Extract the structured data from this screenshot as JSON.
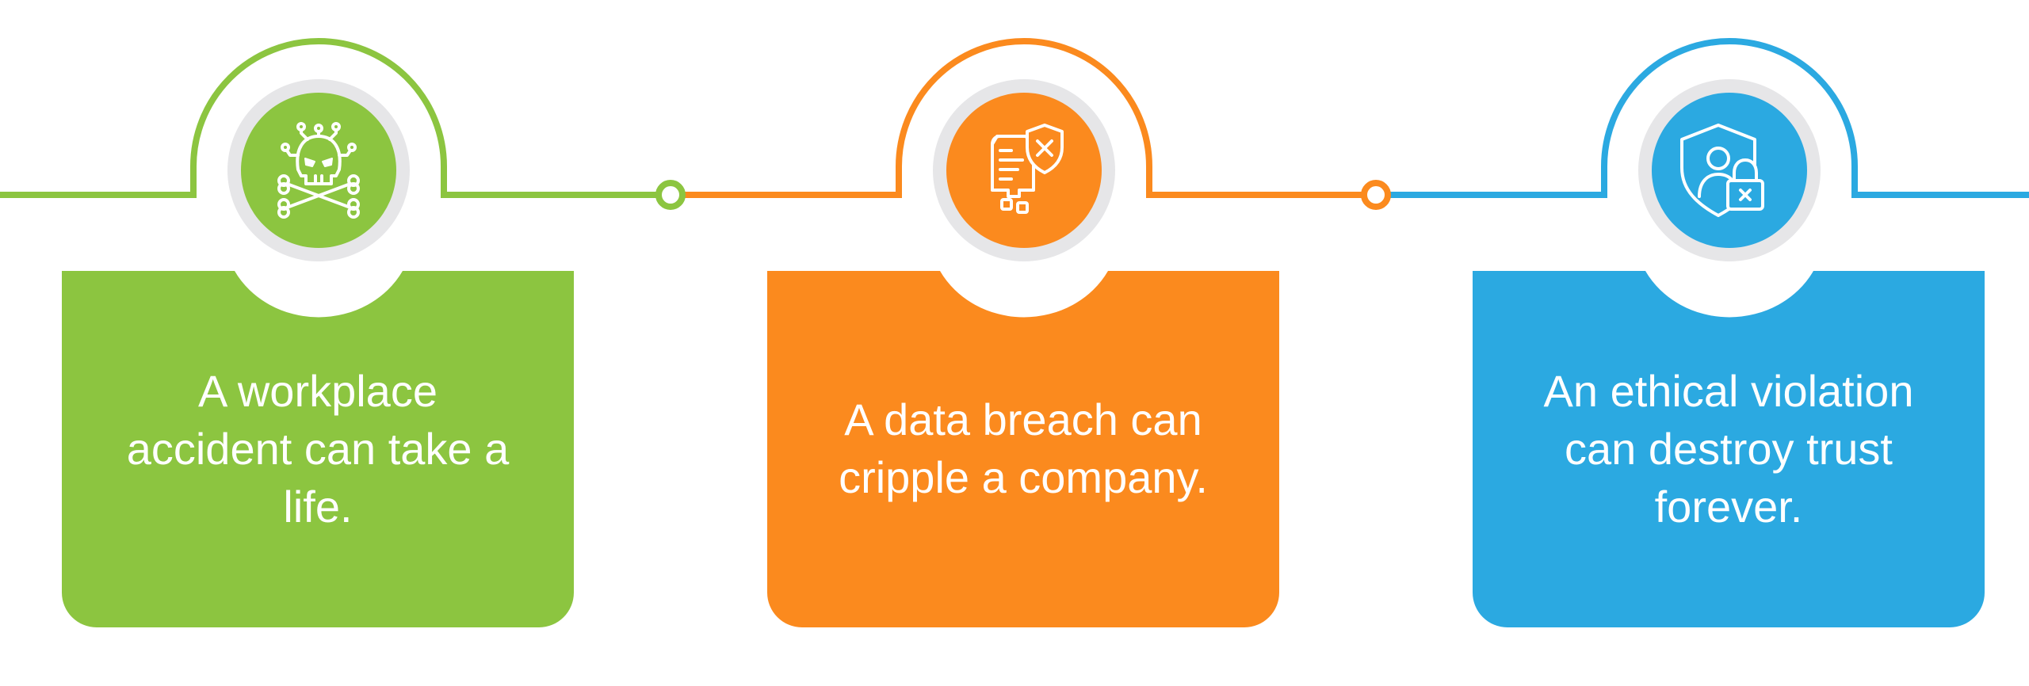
{
  "colors": {
    "green": "#8cc540",
    "orange": "#fb8a1e",
    "blue": "#2ba9e1",
    "halo": "#e6e6e8",
    "background": "#ffffff"
  },
  "steps": [
    {
      "icon": "skull-crossbones-icon",
      "text": "A workplace accident can take a life."
    },
    {
      "icon": "document-shield-x-icon",
      "text": "A data breach can cripple a company."
    },
    {
      "icon": "shield-user-lock-icon",
      "text": "An ethical violation can destroy trust forever."
    }
  ]
}
